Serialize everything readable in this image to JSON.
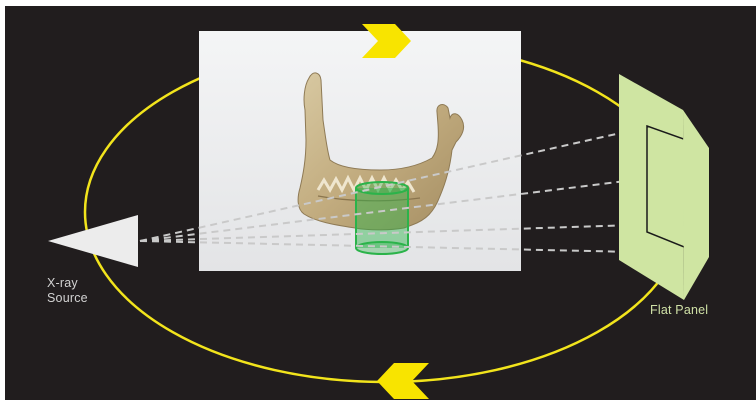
{
  "diagram": {
    "xray_source_label_line1": "X-ray",
    "xray_source_label_line2": "Source",
    "flat_panel_label": "Flat Panel"
  },
  "colors": {
    "background": "#211d1e",
    "orbit": "#f2e41c",
    "arrows": "#f8e400",
    "source": "#ececec",
    "panel": "#cfe5a2",
    "beams": "#c9c9c9",
    "roi_cylinder": "#2bb34a",
    "photo_bg": "#ecedef",
    "bone": "#c7b48c"
  },
  "icons": [
    "xray-source-cone",
    "flat-panel-detector",
    "rotation-arrow",
    "mandible-photo"
  ]
}
